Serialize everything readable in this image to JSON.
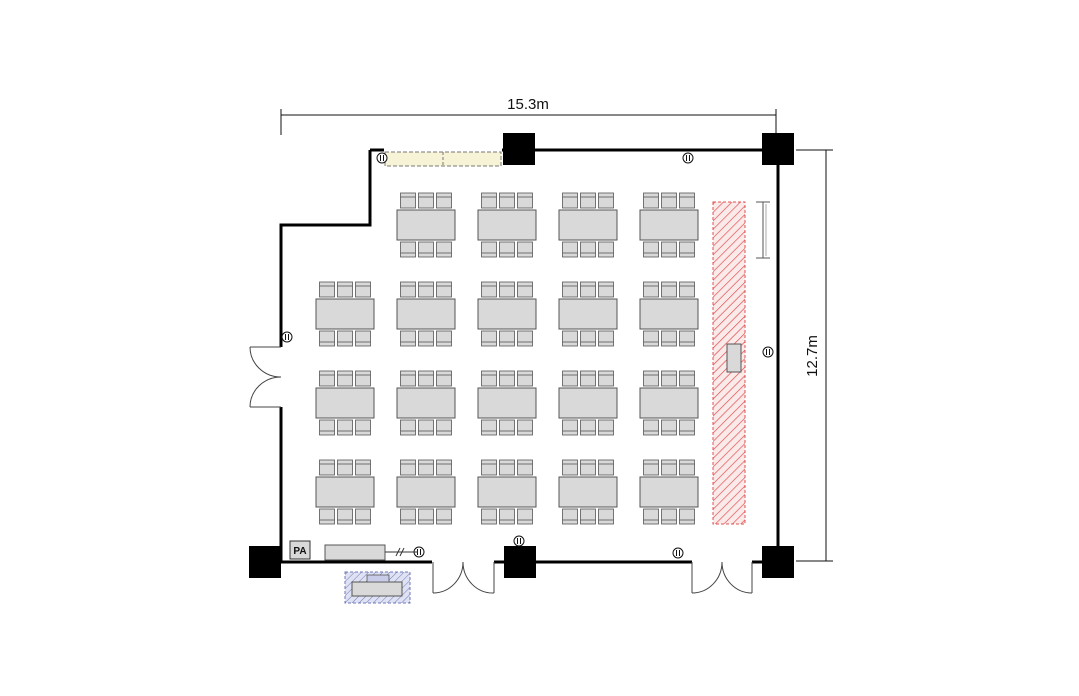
{
  "floor_plan": {
    "width_label": "15.3m",
    "height_label": "12.7m",
    "pa_label": "PA",
    "layout": {
      "table_rows": 4,
      "tables_per_row": [
        4,
        5,
        5,
        5
      ],
      "chairs_per_side": 3
    },
    "colors": {
      "wall": "#000000",
      "table_fill": "#d9d9d9",
      "table_stroke": "#555555",
      "stage_hatch": "#e05050",
      "cabinet_fill": "#f7f3d6",
      "equipment_fill": "#c8cce8"
    },
    "icons": [
      "outlet-icon",
      "column-icon",
      "door-icon",
      "pa-icon",
      "stage-icon",
      "screen-icon"
    ]
  }
}
